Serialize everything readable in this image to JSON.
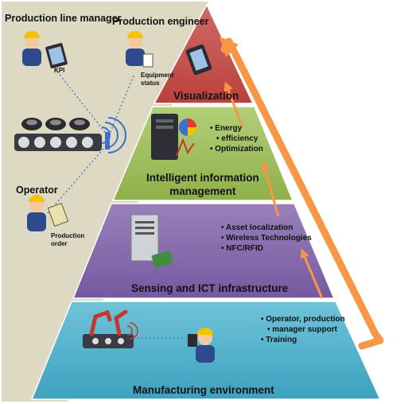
{
  "roles": {
    "production_line_manager": "Production line manager",
    "production_engineer": "Production engineer",
    "operator": "Operator",
    "kpi": "KPI",
    "equipment_status": [
      "Equipment",
      "status"
    ],
    "production_order": [
      "Production",
      "order"
    ]
  },
  "levels": {
    "visualization": {
      "title": "Visualization",
      "color": "#c0504d"
    },
    "information": {
      "title_lines": [
        "Intelligent information",
        "management"
      ],
      "bullets": [
        "Energy",
        "efficiency",
        "Optimization"
      ],
      "color": "#9bbb59"
    },
    "sensing": {
      "title": "Sensing and ICT infrastructure",
      "bullets": [
        "Asset localization",
        "Wireless Technologies",
        "NFC/RFID"
      ],
      "color": "#8064a2"
    },
    "manufacturing": {
      "title": "Manufacturing environment",
      "bullets": [
        "Operator, production",
        "manager support",
        "Training"
      ],
      "color": "#4bacc6"
    }
  },
  "icons": [
    "worker-icon",
    "tablet-icon",
    "conveyor-icon",
    "wifi-icon",
    "server-icon",
    "pie-chart-icon",
    "robot-arm-icon",
    "circuit-board-icon",
    "clipboard-icon"
  ],
  "colors": {
    "background_panel": "#ddd9c3",
    "arrow": "#f79646",
    "dotted_link": "#4f81bd"
  }
}
